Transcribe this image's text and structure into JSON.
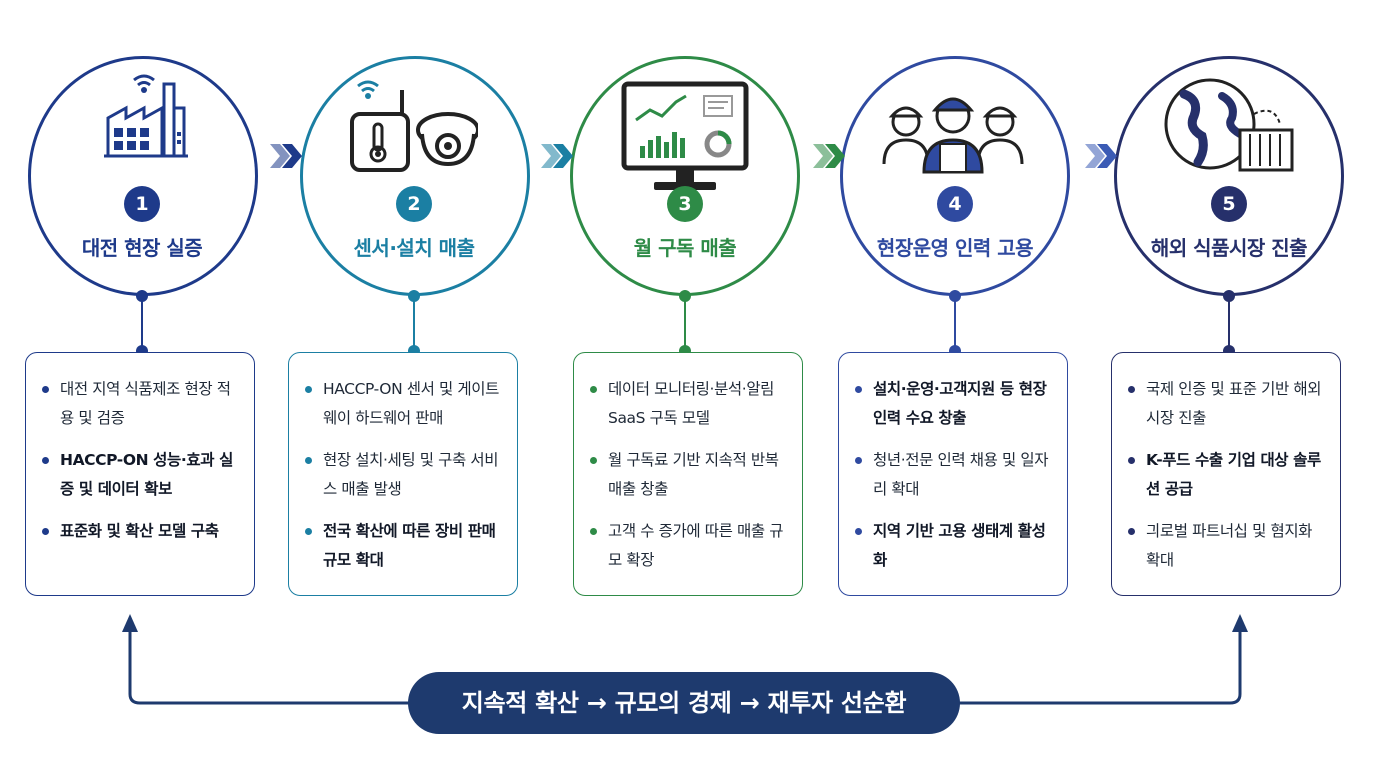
{
  "steps": [
    {
      "number": "1",
      "title": "대전 현장 실증",
      "icon": "factory-wifi-icon",
      "color": "#1e3a8a",
      "bullets": [
        {
          "text": "대전 지역 식품제조 현장 적용 및 검증",
          "strong": false
        },
        {
          "text": "HACCP-ON 성능·효과 실증 및 데이터 확보",
          "strong": true
        },
        {
          "text": "표준화 및 확산 모델 구축",
          "strong": true
        }
      ]
    },
    {
      "number": "2",
      "title": "센서·설치 매출",
      "icon": "sensor-camera-icon",
      "color": "#1b7fa3",
      "bullets": [
        {
          "text": "HACCP-ON 센서 및 게이트웨이 하드웨어 판매",
          "strong": false
        },
        {
          "text": "현장 설치·세팅 및 구축 서비스 매출 발생",
          "strong": false
        },
        {
          "text": "전국 확산에 따른 장비 판매 규모 확대",
          "strong": true
        }
      ]
    },
    {
      "number": "3",
      "title": "월 구독 매출",
      "icon": "monitor-dashboard-icon",
      "color": "#2e8b47",
      "bullets": [
        {
          "text": "데이터 모니터링·분석·알림 SaaS 구독 모델",
          "strong": false
        },
        {
          "text": "월 구독료 기반 지속적 반복 매출 창출",
          "strong": false
        },
        {
          "text": "고객 수 증가에 따른 매출 규모 확장",
          "strong": false
        }
      ]
    },
    {
      "number": "4",
      "title": "현장운영 인력 고용",
      "icon": "workers-icon",
      "color": "#2f4aa0",
      "bullets": [
        {
          "text": "설치·운영·고객지원 등 현장 인력 수요 창출",
          "strong": true
        },
        {
          "text": "청년·전문 인력 채용 및 일자리 확대",
          "strong": false
        },
        {
          "text": "지역 기반 고용 생태계 활성화",
          "strong": true
        }
      ]
    },
    {
      "number": "5",
      "title": "해외 식품시장 진출",
      "icon": "globe-container-icon",
      "color": "#26306b",
      "bullets": [
        {
          "text": "국제 인증 및 표준 기반 해외 시장 진출",
          "strong": false
        },
        {
          "text": "K-푸드 수출 기업 대상 솔루션 공급",
          "strong": true
        },
        {
          "text": "긔로벌 파트너십 및 혐지화 확대",
          "strong": false
        }
      ]
    }
  ],
  "loop_banner": "지속적 확산 → 규모의 경제 → 재투자 선순환",
  "colors": {
    "navy": "#1e3a8a",
    "teal": "#1b7fa3",
    "green": "#2e8b47",
    "banner": "#1e3a6e"
  }
}
